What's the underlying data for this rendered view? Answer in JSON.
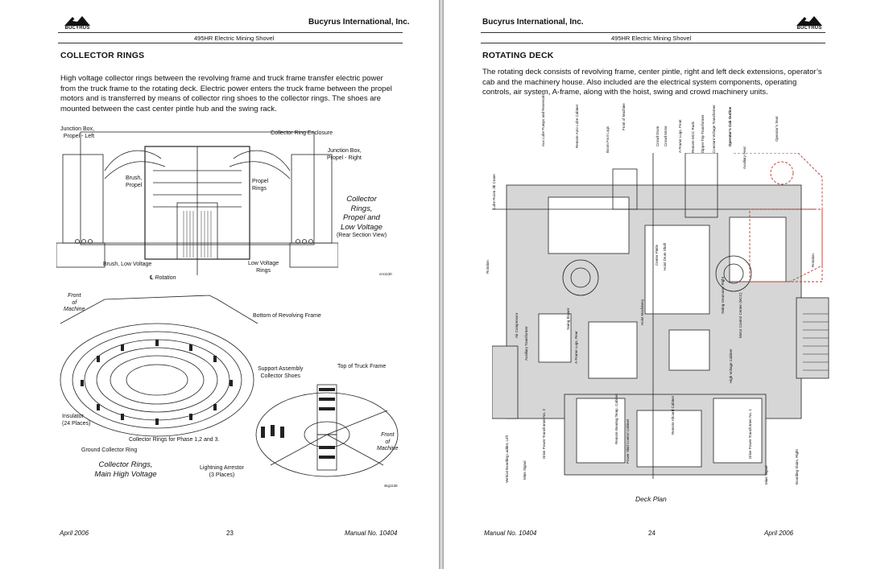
{
  "left_page": {
    "logo_text": "BUCYRUS",
    "company": "Bucyrus International, Inc.",
    "subtitle": "495HR Electric Mining Shovel",
    "section_title": "COLLECTOR RINGS",
    "body": [
      "High voltage collector rings between the revolving frame and truck frame transfer electric power",
      "from the truck frame to the rotating deck.  Electric power enters the truck frame between the propel",
      "motors and is transferred by means of collector ring shoes to the collector rings.  The shoes are",
      "mounted between the cast center pintle hub and the swing rack."
    ],
    "figure1": {
      "labels": {
        "junction_box_left": [
          "Junction Box,",
          "Propel - Left"
        ],
        "collector_ring_enclosure": "Collector Ring Enclosure",
        "junction_box_right": [
          "Junction Box,",
          "Propel - Right"
        ],
        "brush_propel": [
          "Brush,",
          "Propel"
        ],
        "propel_rings": [
          "Propel",
          "Rings"
        ],
        "brush_low_voltage": "Brush, Low Voltage",
        "low_voltage_rings": [
          "Low Voltage",
          "Rings"
        ],
        "rotation": "Rotation",
        "figure_id": "cm1130"
      },
      "caption": [
        "Collector",
        "Rings,",
        "Propel and",
        "Low Voltage"
      ],
      "caption_sub": "(Rear Section View)"
    },
    "figure2": {
      "labels": {
        "front_of_machine": [
          "Front",
          "of",
          "Machine"
        ],
        "bottom_of_revolving_frame": "Bottom of Revolving Frame",
        "top_of_truck_frame": "Top of Truck Frame",
        "support_assembly": [
          "Support Assembly",
          "Collector Shoes"
        ],
        "insulator": [
          "Insulator",
          "(24 Places)"
        ],
        "collector_rings_phase": "Collector Rings for Phase 1,2 and 3.",
        "ground_collector_ring": "Ground Collector Ring",
        "front_of_machine_2": [
          "Front",
          "of",
          "Machine"
        ],
        "lightning_arrestor": [
          "Lightning Arrestor",
          "(3 Places)"
        ],
        "figure_id": "skg1136"
      },
      "caption": [
        "Collector Rings,",
        "Main High Voltage"
      ]
    },
    "footer": {
      "date": "April 2006",
      "page": "23",
      "manual": "Manual No. 10404"
    }
  },
  "right_page": {
    "logo_text": "BUCYRUS",
    "company": "Bucyrus International, Inc.",
    "subtitle": "495HR Electric Mining Shovel",
    "section_title": "ROTATING DECK",
    "body": [
      "The rotating deck consists of revolving frame, center pintle, right and left deck extensions, operator’s",
      "cab and the machinery house.  Also included are the electrical system components, operating",
      "controls, air system, A-frame, along with the hoist, swing and crowd machinery units."
    ],
    "deck": {
      "top_labels": [
        "Aux Lube Pumps and Reservoirs",
        "Remote Auto Lube Cabinet",
        "Boom Foot Lugs",
        "Front of Machine",
        "Crowd Drum",
        "Crowd Motor",
        "A-Frame Lugs, Front",
        "Remote MCC Rack",
        "Dipper Trip Transformer",
        "Constant Voltage Transformer",
        "Operator’s Cab Outline",
        "Operator’s Seat",
        "Auxiliary Heat"
      ],
      "side_labels": [
        "Lube Room Jib Crane",
        "Rotation",
        "Rotation",
        "Air Compressor",
        "Auxiliary Transformer",
        "Swing Blower",
        "A-Frame Lugs, Rear",
        "Hoist Machinery",
        "High Voltage Cabinet",
        "Motor Control Center (MCC)",
        "Swing Gearcase, Right",
        "Center Pintle",
        "Hoist Drum Shaft"
      ],
      "bottom_labels": [
        "Vertical Boarding Ladder, Left",
        "Mine Signal",
        "Drive Power Transformer No. 2",
        "Remote Bearing Temp. Cabinet",
        "Power Skid Control Cabinet",
        "Remote Aboard Cabinet",
        "Drive Power Transformer No. 1",
        "Mine Signal",
        "Boarding Stairs, Right"
      ],
      "caption": "Deck Plan"
    },
    "footer": {
      "date": "April 2006",
      "page": "24",
      "manual": "Manual No. 10404"
    }
  }
}
